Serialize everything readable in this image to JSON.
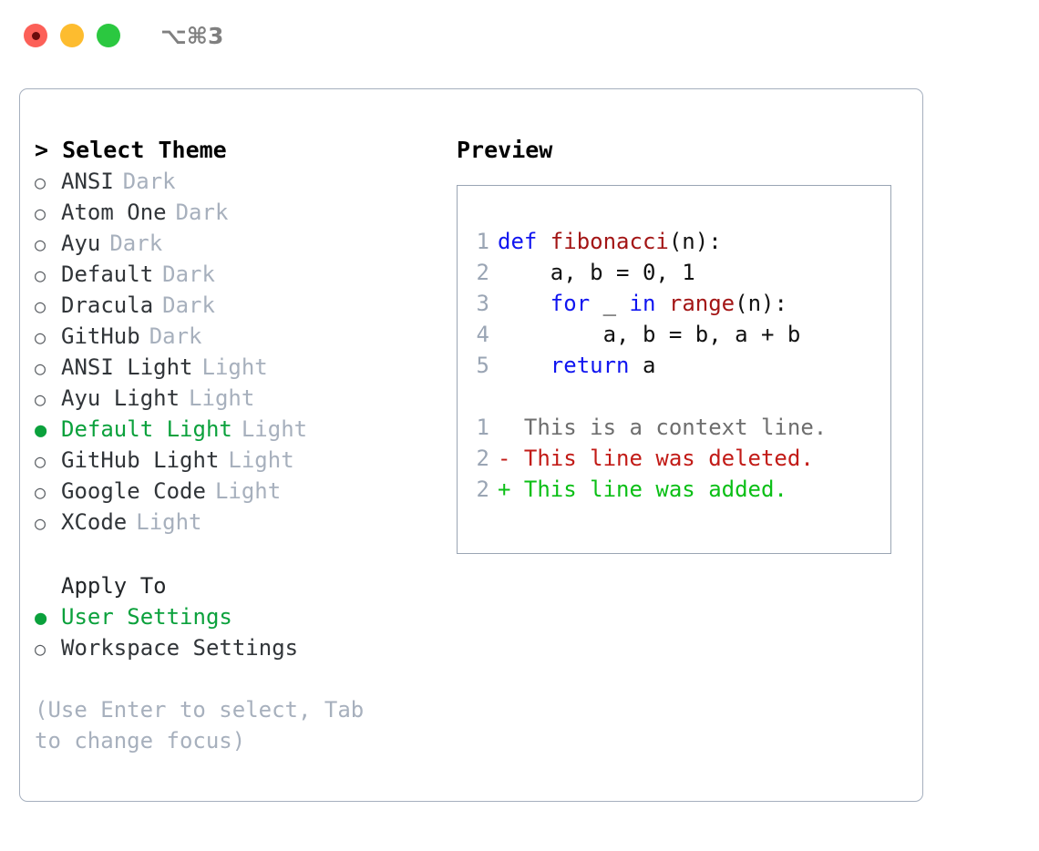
{
  "titlebar": {
    "lights": [
      {
        "name": "close-button",
        "color": "#fc6058"
      },
      {
        "name": "minimize-button",
        "color": "#fdbc2f"
      },
      {
        "name": "maximize-button",
        "color": "#2bc840"
      }
    ],
    "shortcut": "⌥⌘3"
  },
  "theme_picker": {
    "header": "> Select Theme",
    "items": [
      {
        "marker": "○",
        "name": "ANSI",
        "category": "Dark",
        "selected": false
      },
      {
        "marker": "○",
        "name": "Atom One",
        "category": "Dark",
        "selected": false
      },
      {
        "marker": "○",
        "name": "Ayu",
        "category": "Dark",
        "selected": false
      },
      {
        "marker": "○",
        "name": "Default",
        "category": "Dark",
        "selected": false
      },
      {
        "marker": "○",
        "name": "Dracula",
        "category": "Dark",
        "selected": false
      },
      {
        "marker": "○",
        "name": "GitHub",
        "category": "Dark",
        "selected": false
      },
      {
        "marker": "○",
        "name": "ANSI Light",
        "category": "Light",
        "selected": false
      },
      {
        "marker": "○",
        "name": "Ayu Light",
        "category": "Light",
        "selected": false
      },
      {
        "marker": "●",
        "name": "Default Light",
        "category": "Light",
        "selected": true
      },
      {
        "marker": "○",
        "name": "GitHub Light",
        "category": "Light",
        "selected": false
      },
      {
        "marker": "○",
        "name": "Google Code",
        "category": "Light",
        "selected": false
      },
      {
        "marker": "○",
        "name": "XCode",
        "category": "Light",
        "selected": false
      }
    ]
  },
  "apply_to": {
    "title": "Apply To",
    "options": [
      {
        "marker": "●",
        "label": "User Settings",
        "selected": true
      },
      {
        "marker": "○",
        "label": "Workspace Settings",
        "selected": false
      }
    ]
  },
  "hint": "(Use Enter to select, Tab to change focus)",
  "preview": {
    "title": "Preview",
    "code_lines": [
      {
        "number": "1",
        "tokens": [
          {
            "text": "def ",
            "type": "keyword"
          },
          {
            "text": "fibonacci",
            "type": "function"
          },
          {
            "text": "(n):",
            "type": "plain"
          }
        ]
      },
      {
        "number": "2",
        "tokens": [
          {
            "text": "    a, b = 0, 1",
            "type": "plain"
          }
        ]
      },
      {
        "number": "3",
        "tokens": [
          {
            "text": "    ",
            "type": "plain"
          },
          {
            "text": "for",
            "type": "keyword"
          },
          {
            "text": " _ ",
            "type": "plain"
          },
          {
            "text": "in",
            "type": "keyword"
          },
          {
            "text": " ",
            "type": "plain"
          },
          {
            "text": "range",
            "type": "function"
          },
          {
            "text": "(n):",
            "type": "plain"
          }
        ]
      },
      {
        "number": "4",
        "tokens": [
          {
            "text": "        a, b = b, a + b",
            "type": "plain"
          }
        ]
      },
      {
        "number": "5",
        "tokens": [
          {
            "text": "    ",
            "type": "plain"
          },
          {
            "text": "return",
            "type": "keyword"
          },
          {
            "text": " a",
            "type": "plain"
          }
        ]
      }
    ],
    "diff_lines": [
      {
        "number": "1",
        "text": "  This is a context line.",
        "type": "context"
      },
      {
        "number": "2",
        "text": "- This line was deleted.",
        "type": "deleted"
      },
      {
        "number": "2",
        "text": "+ This line was added.",
        "type": "added"
      }
    ]
  },
  "colors": {
    "accent_green": "#0ba13c",
    "muted": "#a7b0bd",
    "keyword": "#1015f0",
    "function": "#a31515",
    "diff_added": "#0bbf16",
    "diff_deleted": "#c21b17",
    "border": "#a5afbe"
  }
}
